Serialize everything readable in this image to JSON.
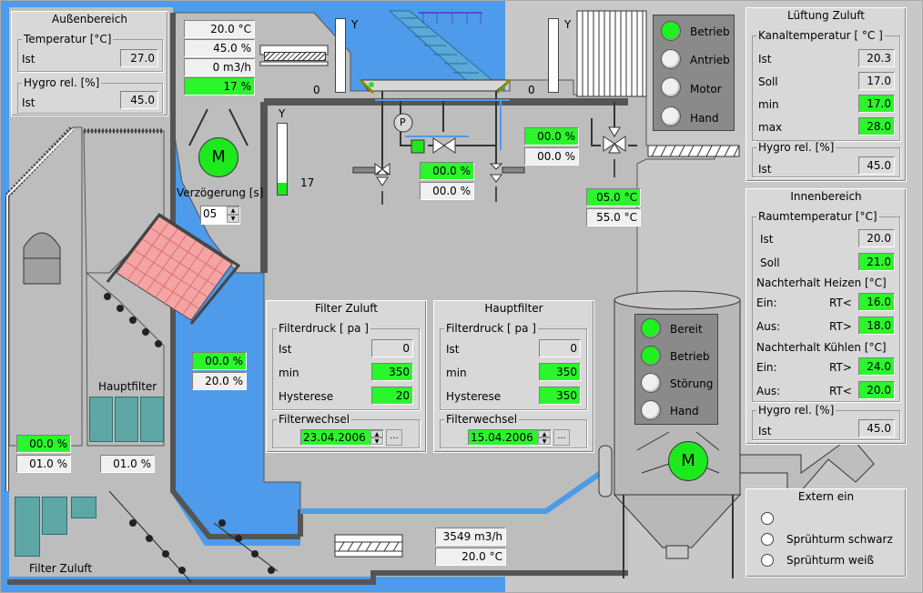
{
  "aussenbereich": {
    "title": "Außenbereich",
    "temp_group": "Temperatur [°C]",
    "temp_ist_label": "Ist",
    "temp_ist_value": "27.0",
    "hygro_group": "Hygro rel. [%]",
    "hygro_ist_label": "Ist",
    "hygro_ist_value": "45.0"
  },
  "top_fan": {
    "readouts": [
      "20.0 °C",
      "45.0 %",
      "0 m3/h",
      "17 %"
    ],
    "motor_label": "M",
    "delay_label": "Verzögerung [s]",
    "delay_value": "05"
  },
  "gauges": {
    "y_label": "Y",
    "zero_label": "0",
    "mid_value_label": "17",
    "mid_level_percent": 17
  },
  "valves": {
    "pump_label": "P",
    "valve1_readouts": [
      "00.0 %",
      "00.0 %"
    ],
    "valve2_readouts": [
      "00.0 %",
      "00.0 %"
    ],
    "valve3_readouts": [
      "05.0 °C",
      "55.0 °C"
    ]
  },
  "status_leds_top": [
    {
      "label": "Betrieb",
      "on": true
    },
    {
      "label": "Antrieb",
      "on": false
    },
    {
      "label": "Motor",
      "on": false
    },
    {
      "label": "Hand",
      "on": false
    }
  ],
  "lueftung_zuluft": {
    "title": "Lüftung Zuluft",
    "kanal_group": "Kanaltemperatur [ °C ]",
    "rows": [
      {
        "label": "Ist",
        "value": "20.3",
        "green": false
      },
      {
        "label": "Soll",
        "value": "17.0",
        "green": false
      },
      {
        "label": "min",
        "value": "17.0",
        "green": true
      },
      {
        "label": "max",
        "value": "28.0",
        "green": true
      }
    ],
    "hygro_group": "Hygro rel. [%]",
    "hygro_ist_label": "Ist",
    "hygro_ist_value": "45.0"
  },
  "innenbereich": {
    "title": "Innenbereich",
    "raum_group": "Raumtemperatur [°C]",
    "raum_ist_label": "Ist",
    "raum_ist_value": "20.0",
    "raum_soll_label": "Soll",
    "raum_soll_value": "21.0",
    "heizen_group": "Nachterhalt Heizen [°C]",
    "heizen_ein_label": "Ein:",
    "heizen_ein_op": "RT<",
    "heizen_ein_value": "16.0",
    "heizen_aus_label": "Aus:",
    "heizen_aus_op": "RT>",
    "heizen_aus_value": "18.0",
    "kuehlen_group": "Nachterhalt Kühlen [°C]",
    "kuehlen_ein_label": "Ein:",
    "kuehlen_ein_op": "RT>",
    "kuehlen_ein_value": "24.0",
    "kuehlen_aus_label": "Aus:",
    "kuehlen_aus_op": "RT<",
    "kuehlen_aus_value": "20.0",
    "hygro_group": "Hygro rel. [%]",
    "hygro_ist_label": "Ist",
    "hygro_ist_value": "45.0"
  },
  "filter_zuluft": {
    "title": "Filter Zuluft",
    "druck_group": "Filterdruck [ pa ]",
    "ist_label": "Ist",
    "ist_value": "0",
    "min_label": "min",
    "min_value": "350",
    "hyst_label": "Hysterese",
    "hyst_value": "20",
    "wechsel_group": "Filterwechsel",
    "wechsel_date": "23.04.2006",
    "dots_button": "..."
  },
  "hauptfilter_panel": {
    "title": "Hauptfilter",
    "druck_group": "Filterdruck [ pa ]",
    "ist_label": "Ist",
    "ist_value": "0",
    "min_label": "min",
    "min_value": "350",
    "hyst_label": "Hysterese",
    "hyst_value": "350",
    "wechsel_group": "Filterwechsel",
    "wechsel_date": "15.04.2006",
    "dots_button": "..."
  },
  "silo": {
    "leds": [
      {
        "label": "Bereit",
        "on": true
      },
      {
        "label": "Betrieb",
        "on": true
      },
      {
        "label": "Störung",
        "on": false
      },
      {
        "label": "Hand",
        "on": false
      }
    ],
    "motor_label": "M"
  },
  "extern_ein": {
    "title": "Extern ein",
    "options": [
      "",
      "Sprühturm schwarz",
      "Sprühturm weiß"
    ]
  },
  "diagram": {
    "mid_readouts": [
      "00.0 %",
      "20.0 %"
    ],
    "left_readouts": [
      "00.0 %",
      "01.0 %"
    ],
    "hauptfilter_label": "Hauptfilter",
    "hauptfilter_value": "01.0 %",
    "filter_zuluft_label": "Filter Zuluft",
    "flow_value": "3549 m3/h",
    "flow_temp": "20.0 °C"
  },
  "colors": {
    "background_blue": "#4d9bea",
    "duct_gray": "#bdbdbd",
    "panel_gray": "#d8d8d8",
    "indicator_green": "#2bf52b"
  }
}
